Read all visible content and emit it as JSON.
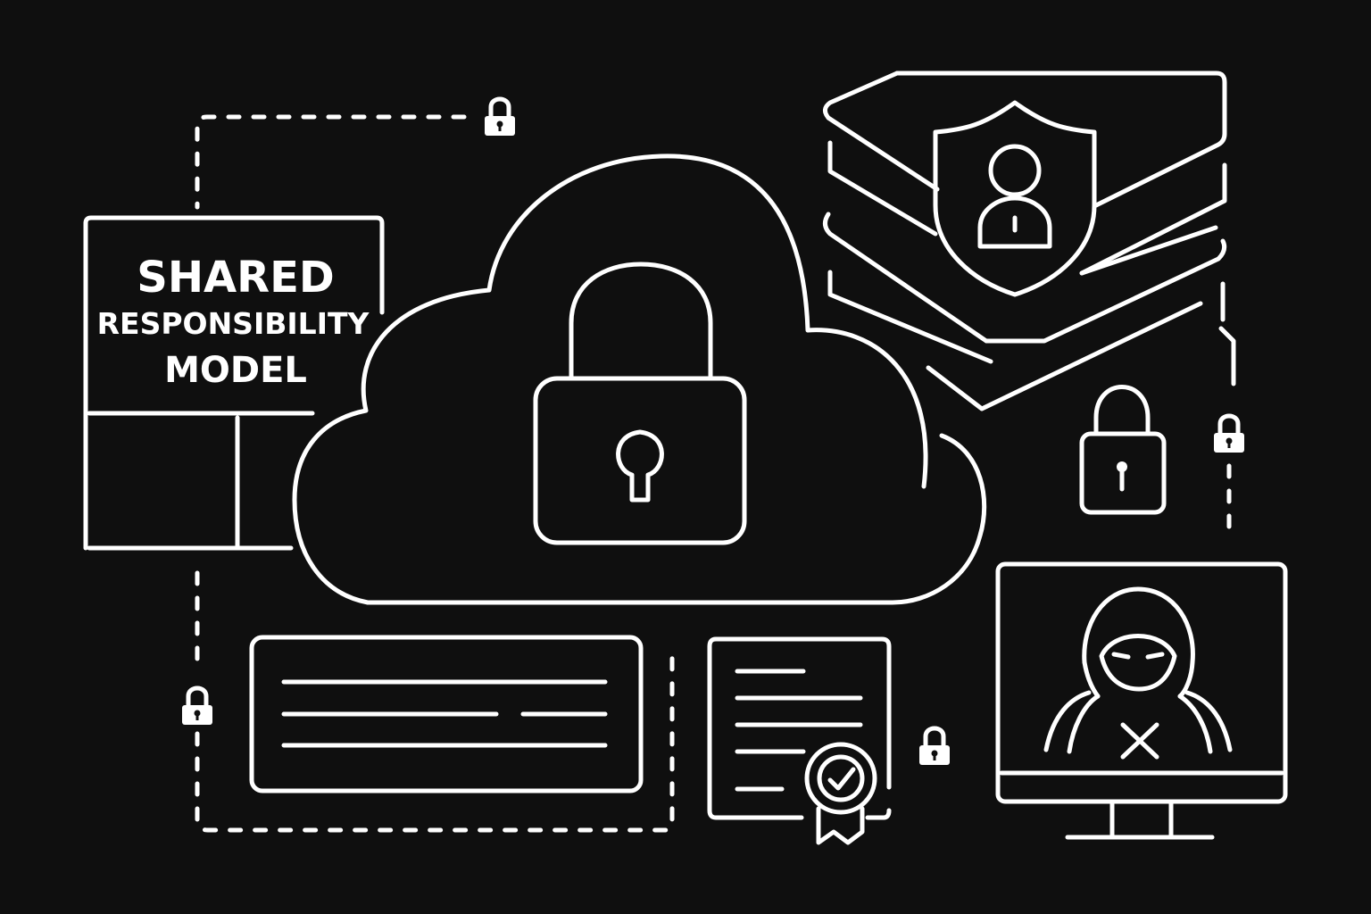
{
  "title": {
    "line1": "SHARED",
    "line2": "RESPONSIBILITY",
    "line3": "MODEL"
  },
  "icons": [
    "panel-icon",
    "cloud-icon",
    "padlock-icon",
    "server-stack-icon",
    "shield-user-icon",
    "text-document-icon",
    "certificate-icon",
    "monitor-icon",
    "hacker-icon"
  ],
  "colors": {
    "background": "#0f0f0f",
    "stroke": "#ffffff"
  }
}
